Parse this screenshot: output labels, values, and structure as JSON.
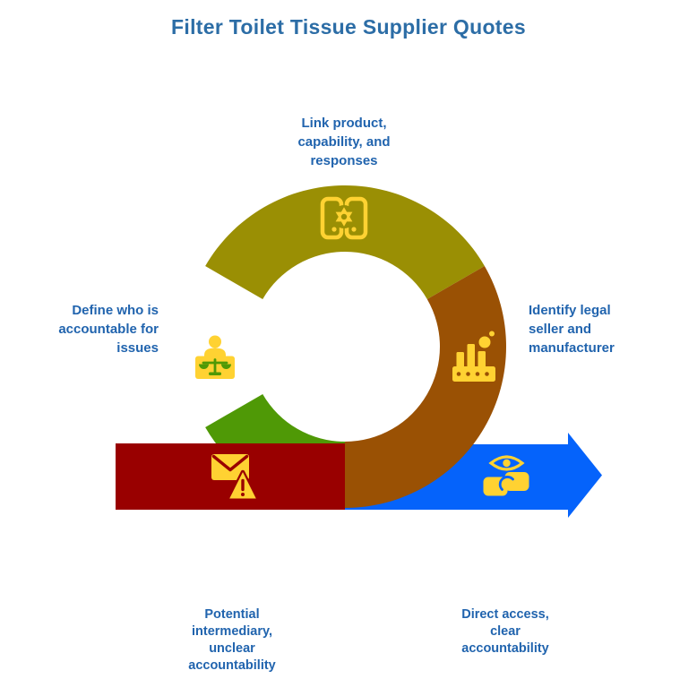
{
  "title": "Filter Toilet Tissue Supplier Quotes",
  "colors": {
    "background": "#FFFFFF",
    "title_text": "#2C6DA6",
    "label_text": "#2164AE",
    "olive": "#9A8F04",
    "green": "#4F9906",
    "brown": "#9A5104",
    "red": "#990000",
    "blue": "#0563FB",
    "icon_yellow": "#FFD232"
  },
  "diagram": {
    "type": "loop-flow",
    "segments": [
      {
        "id": "top",
        "color_key": "olive",
        "icon": "integration-gear-icon",
        "label": "Link product,\ncapability, and\nresponses"
      },
      {
        "id": "left",
        "color_key": "green",
        "icon": "accountability-scales-icon",
        "label": "Define who is\naccountable for\nissues"
      },
      {
        "id": "right",
        "color_key": "brown",
        "icon": "factory-icon",
        "label": "Identify legal\nseller and\nmanufacturer"
      },
      {
        "id": "bottom-left-band",
        "color_key": "red",
        "icon": "mail-warning-icon",
        "label": "Potential\nintermediary,\nunclear\naccountability"
      },
      {
        "id": "bottom-right-arrow",
        "color_key": "blue",
        "icon": "handshake-eye-icon",
        "label": "Direct access,\nclear\naccountability"
      }
    ]
  }
}
